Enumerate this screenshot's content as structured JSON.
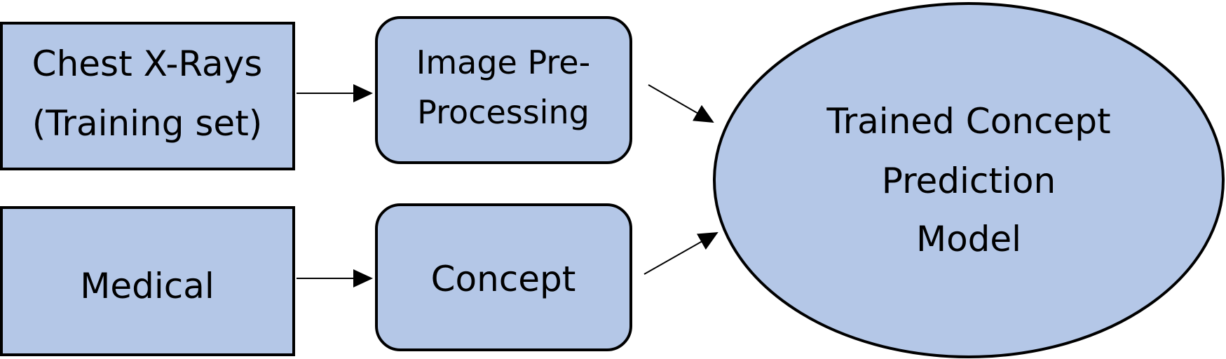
{
  "nodes": {
    "chest_xrays": {
      "line1": "Chest X-Rays",
      "line2": "(Training set)"
    },
    "medical": {
      "line1": "Medical"
    },
    "image_preprocessing": {
      "line1": "Image Pre-",
      "line2": "Processing"
    },
    "concept": {
      "line1": "Concept"
    },
    "trained_model": {
      "line1": "Trained Concept",
      "line2": "Prediction",
      "line3": "Model"
    }
  },
  "colors": {
    "fill": "#b4c7e7",
    "stroke": "#000000"
  }
}
